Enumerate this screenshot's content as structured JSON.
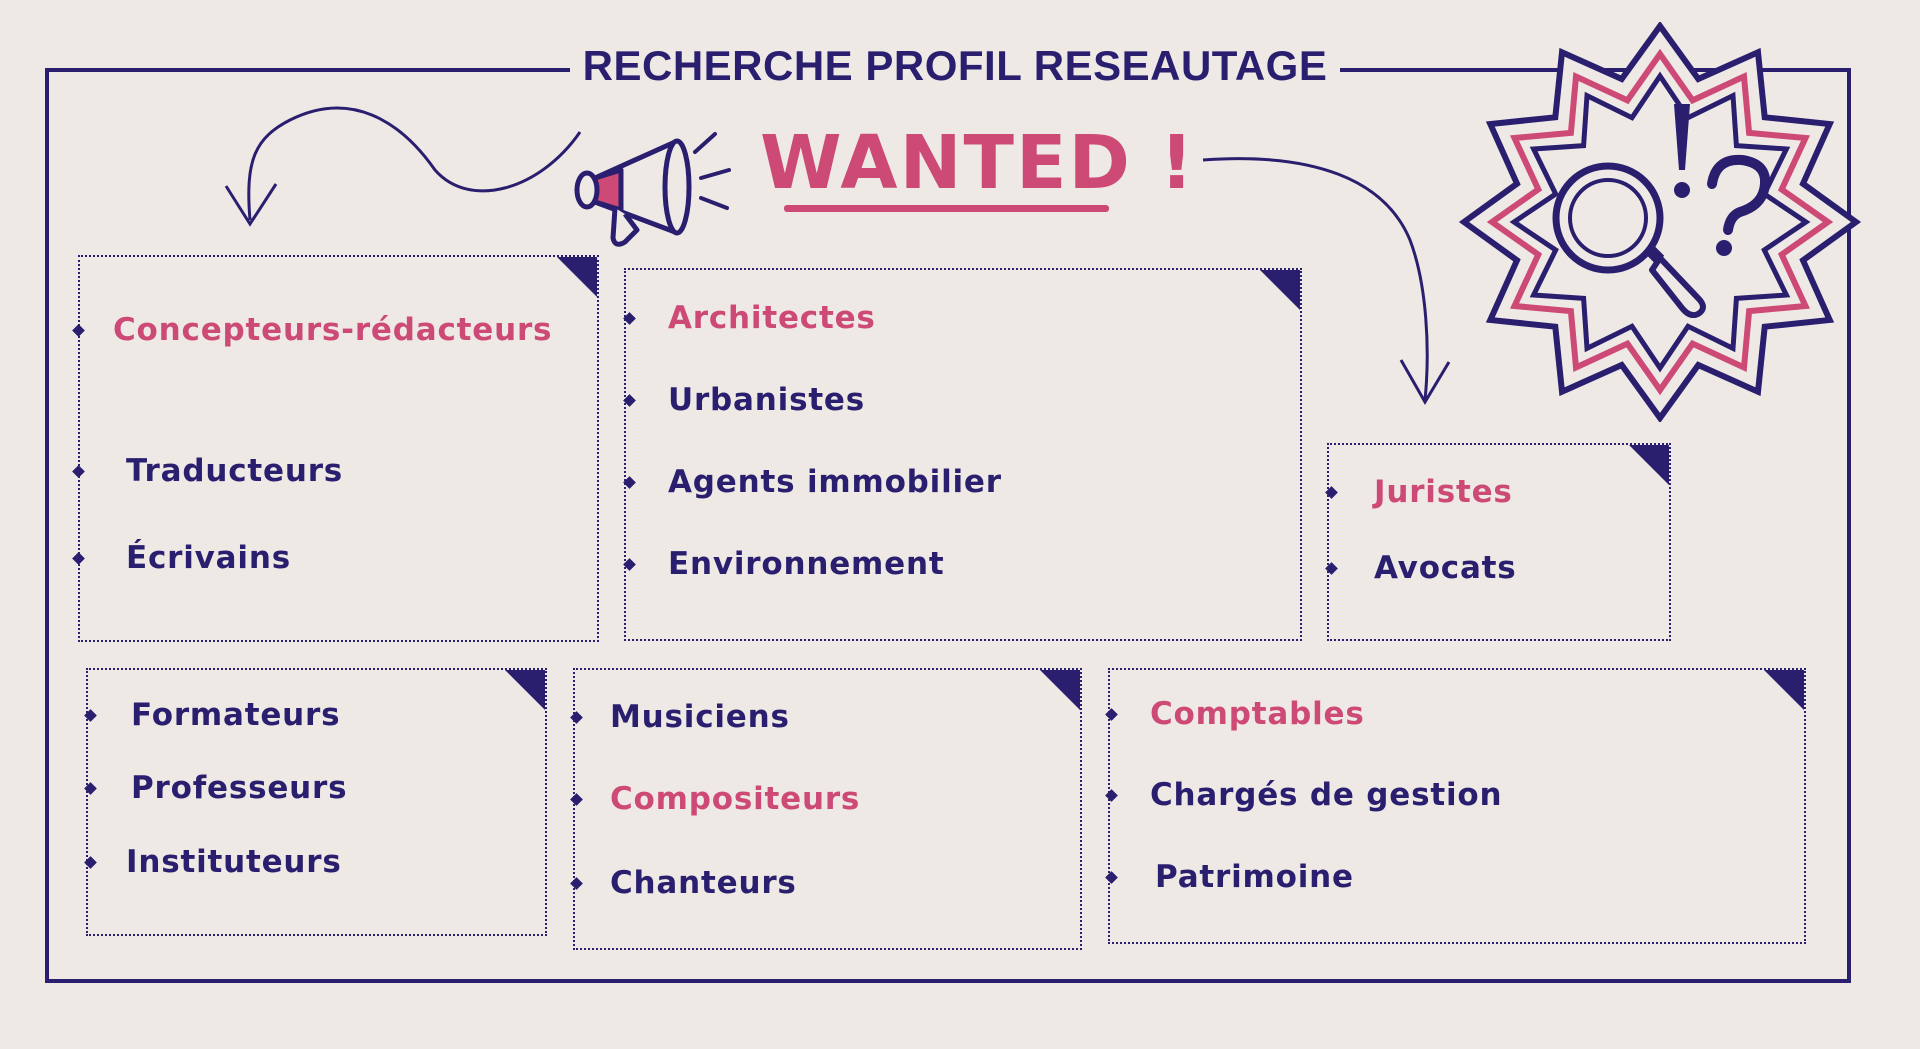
{
  "header": {
    "title": "RECHERCHE PROFIL RESEAUTAGE",
    "wanted": "WANTED !"
  },
  "colors": {
    "navy": "#2a1f6e",
    "pink": "#cc4a75",
    "background": "#efe9e6"
  },
  "icons": [
    "megaphone-icon",
    "magnifier-icon",
    "exclamation-icon",
    "question-icon",
    "star-burst-icon",
    "arrow-left-icon",
    "arrow-right-icon"
  ],
  "groups": [
    {
      "items": [
        {
          "label": "Concepteurs-rédacteurs",
          "highlight": true
        },
        {
          "label": "Traducteurs",
          "highlight": false
        },
        {
          "label": "Écrivains",
          "highlight": false
        }
      ]
    },
    {
      "items": [
        {
          "label": "Architectes",
          "highlight": true
        },
        {
          "label": "Urbanistes",
          "highlight": false
        },
        {
          "label": "Agents immobilier",
          "highlight": false
        },
        {
          "label": "Environnement",
          "highlight": false
        }
      ]
    },
    {
      "items": [
        {
          "label": "Juristes",
          "highlight": true
        },
        {
          "label": "Avocats",
          "highlight": false
        }
      ]
    },
    {
      "items": [
        {
          "label": "Formateurs",
          "highlight": false
        },
        {
          "label": "Professeurs",
          "highlight": false
        },
        {
          "label": "Instituteurs",
          "highlight": false
        }
      ]
    },
    {
      "items": [
        {
          "label": "Musiciens",
          "highlight": false
        },
        {
          "label": "Compositeurs",
          "highlight": true
        },
        {
          "label": "Chanteurs",
          "highlight": false
        }
      ]
    },
    {
      "items": [
        {
          "label": "Comptables",
          "highlight": true
        },
        {
          "label": "Chargés de gestion",
          "highlight": false
        },
        {
          "label": "Patrimoine",
          "highlight": false
        }
      ]
    }
  ]
}
